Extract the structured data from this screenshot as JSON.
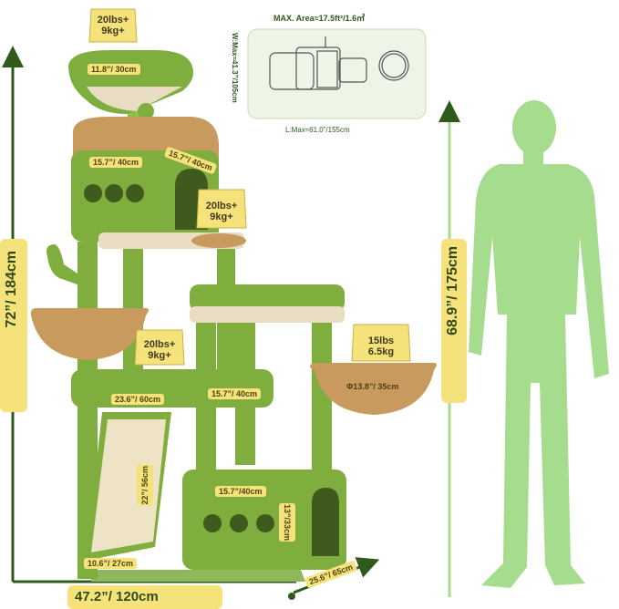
{
  "max_area": "MAX. Area≈17.5ft²/1.6㎡",
  "width_max": "W:Max≈41.3”/105cm",
  "length_max": "L:Max≈61.0”/155cm",
  "weights": {
    "top_perch": [
      "20lbs+",
      "9kg+"
    ],
    "condo_roof": [
      "20lbs+",
      "9kg+"
    ],
    "middle_platform": [
      "20lbs+",
      "9kg+"
    ],
    "basket": [
      "15lbs",
      "6.5kg"
    ]
  },
  "dims": {
    "top_perch": "11.8”/ 30cm",
    "condo_w": "15.7”/ 40cm",
    "condo_d": "15.7”/ 40cm",
    "platform_w": "23.6”/ 60cm",
    "platform_d": "15.7”/ 40cm",
    "basket": "Φ13.8”/ 35cm",
    "scratcher_len": "22”/ 56cm",
    "scratcher_w": "10.6”/ 27cm",
    "bottom_condo_w": "15.7”/40cm",
    "bottom_condo_h": "13”/33cm",
    "base_depth": "25.6”/ 65cm"
  },
  "overall": {
    "height": "72”/ 184cm",
    "width": "47.2”/ 120cm",
    "person_height": "68.9”/ 175cm"
  },
  "colors": {
    "green": "#7fae3f",
    "brown": "#c99a5e",
    "label_yellow": "#f6e27a",
    "person": "#a6dc8e",
    "axis": "#2f5a1c"
  }
}
